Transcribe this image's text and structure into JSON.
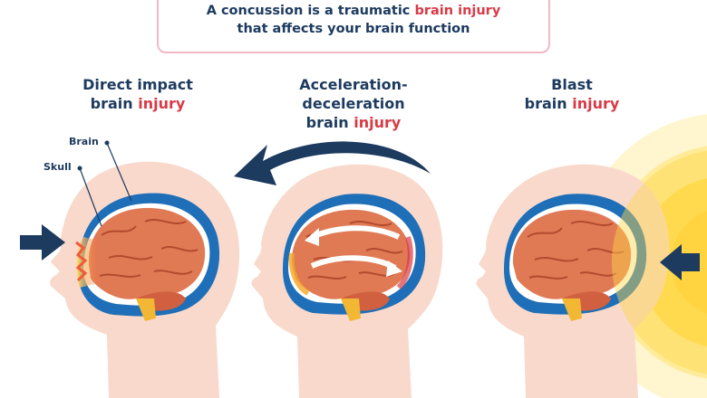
{
  "banner": {
    "line1_prefix": "A concussion is a traumatic ",
    "line1_highlight": "brain injury",
    "line2": "that affects your brain function"
  },
  "panels": [
    {
      "title_line1": "Direct impact",
      "title_line2_prefix": "brain ",
      "title_line2_highlight": "injury"
    },
    {
      "title_line1": "Acceleration-deceleration",
      "title_line2_prefix": "brain ",
      "title_line2_highlight": "injury"
    },
    {
      "title_line1": "Blast",
      "title_line2_prefix": "brain ",
      "title_line2_highlight": "injury"
    }
  ],
  "callouts": {
    "brain": "Brain",
    "skull": "Skull"
  },
  "colors": {
    "navy": "#1d3a5f",
    "highlight_red": "#d83a46",
    "head_fill": "#f8d9cc",
    "brain_fill": "#e07a55",
    "skull_blue": "#1f6fb8",
    "blast_yellow": "#ffd84a"
  }
}
